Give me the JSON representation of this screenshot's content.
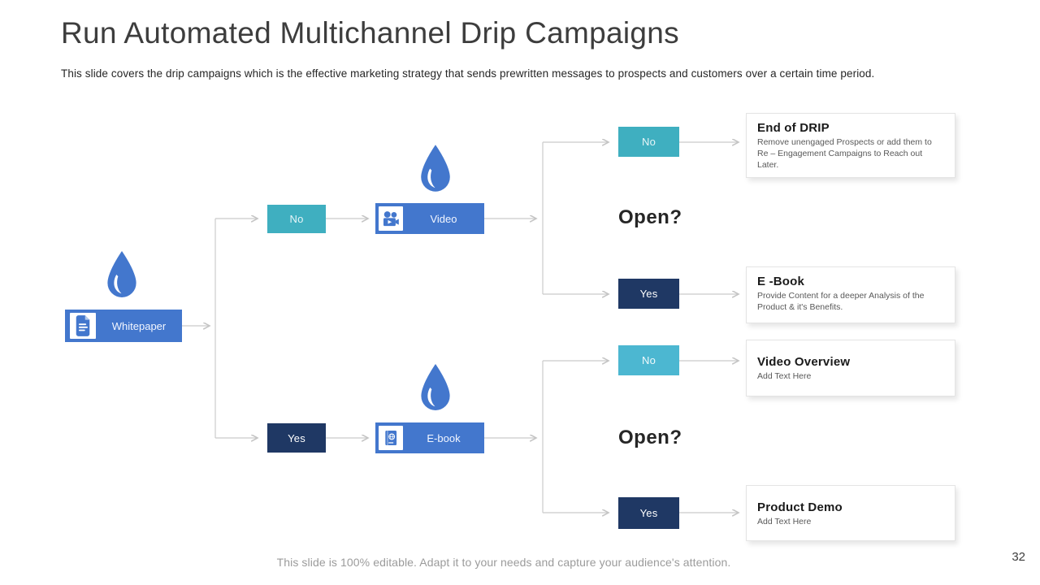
{
  "slide": {
    "title": "Run Automated Multichannel Drip Campaigns",
    "subtitle": "This slide covers the drip campaigns which is the effective marketing strategy that sends prewritten messages to prospects and customers over a certain time period.",
    "footer": "This slide is 100% editable. Adapt it to your needs and capture your audience's attention.",
    "page_number": "32"
  },
  "colors": {
    "node_blue": "#4377cd",
    "teal": "#3fafc0",
    "teal_light": "#4cb7d1",
    "navy": "#1f3864",
    "connector": "#cbcbcb"
  },
  "icons": {
    "root_node": "document-icon",
    "video_node": "video-camera-icon",
    "ebook_node": "ebook-icon",
    "decoration": "water-drop-icon"
  },
  "flow": {
    "root": {
      "label": "Whitepaper"
    },
    "open_question": "Open?",
    "level1": [
      {
        "decision": "No",
        "node": "Video"
      },
      {
        "decision": "Yes",
        "node": "E-book"
      }
    ],
    "outcomes": [
      {
        "decision": "No",
        "title": "End of DRIP",
        "description": "Remove unengaged Prospects or add them to Re – Engagement Campaigns to Reach out Later."
      },
      {
        "decision": "Yes",
        "title": "E -Book",
        "description": "Provide Content for a deeper Analysis of the Product & it's Benefits."
      },
      {
        "decision": "No",
        "title": "Video Overview",
        "description": "Add Text Here"
      },
      {
        "decision": "Yes",
        "title": "Product Demo",
        "description": "Add Text Here"
      }
    ]
  }
}
